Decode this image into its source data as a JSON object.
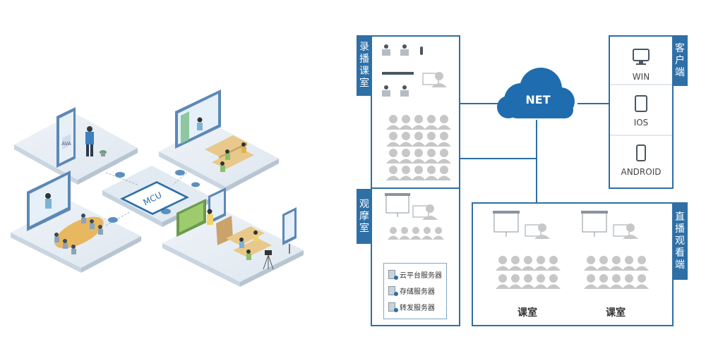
{
  "network": {
    "cloud_label": "NET"
  },
  "recording_room": {
    "title": "录播课室"
  },
  "observation_room": {
    "title": "观摩室"
  },
  "client": {
    "title": "客户端",
    "devices": [
      {
        "label": "WIN",
        "icon": "desktop-icon"
      },
      {
        "label": "IOS",
        "icon": "tablet-icon"
      },
      {
        "label": "ANDROID",
        "icon": "phone-icon"
      }
    ]
  },
  "live_viewing": {
    "title": "直播观看端",
    "classrooms": [
      {
        "label": "课室"
      },
      {
        "label": "课室"
      }
    ]
  },
  "servers": [
    {
      "label": "云平台服务器"
    },
    {
      "label": "存储服务器"
    },
    {
      "label": "转发服务器"
    }
  ],
  "mcu": {
    "label": "MCU"
  },
  "illustration": {
    "board_text": "AVA"
  },
  "colors": {
    "primary": "#2e6fa6",
    "person": "#c7c7c7",
    "floor": "#e6edf4"
  }
}
